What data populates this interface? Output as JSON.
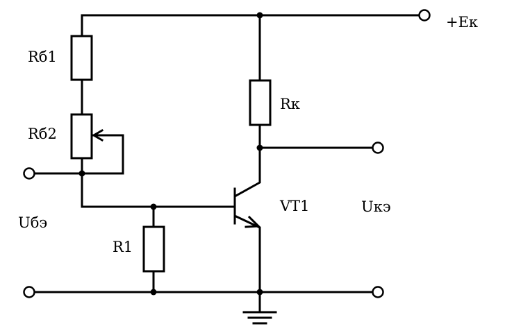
{
  "labels": {
    "rb1": "Rб1",
    "rb2": "Rб2",
    "rk": "Rк",
    "r1": "R1",
    "vt1": "VT1",
    "ek": "+Eк",
    "ube": "Uбэ",
    "uke": "Uкэ"
  }
}
